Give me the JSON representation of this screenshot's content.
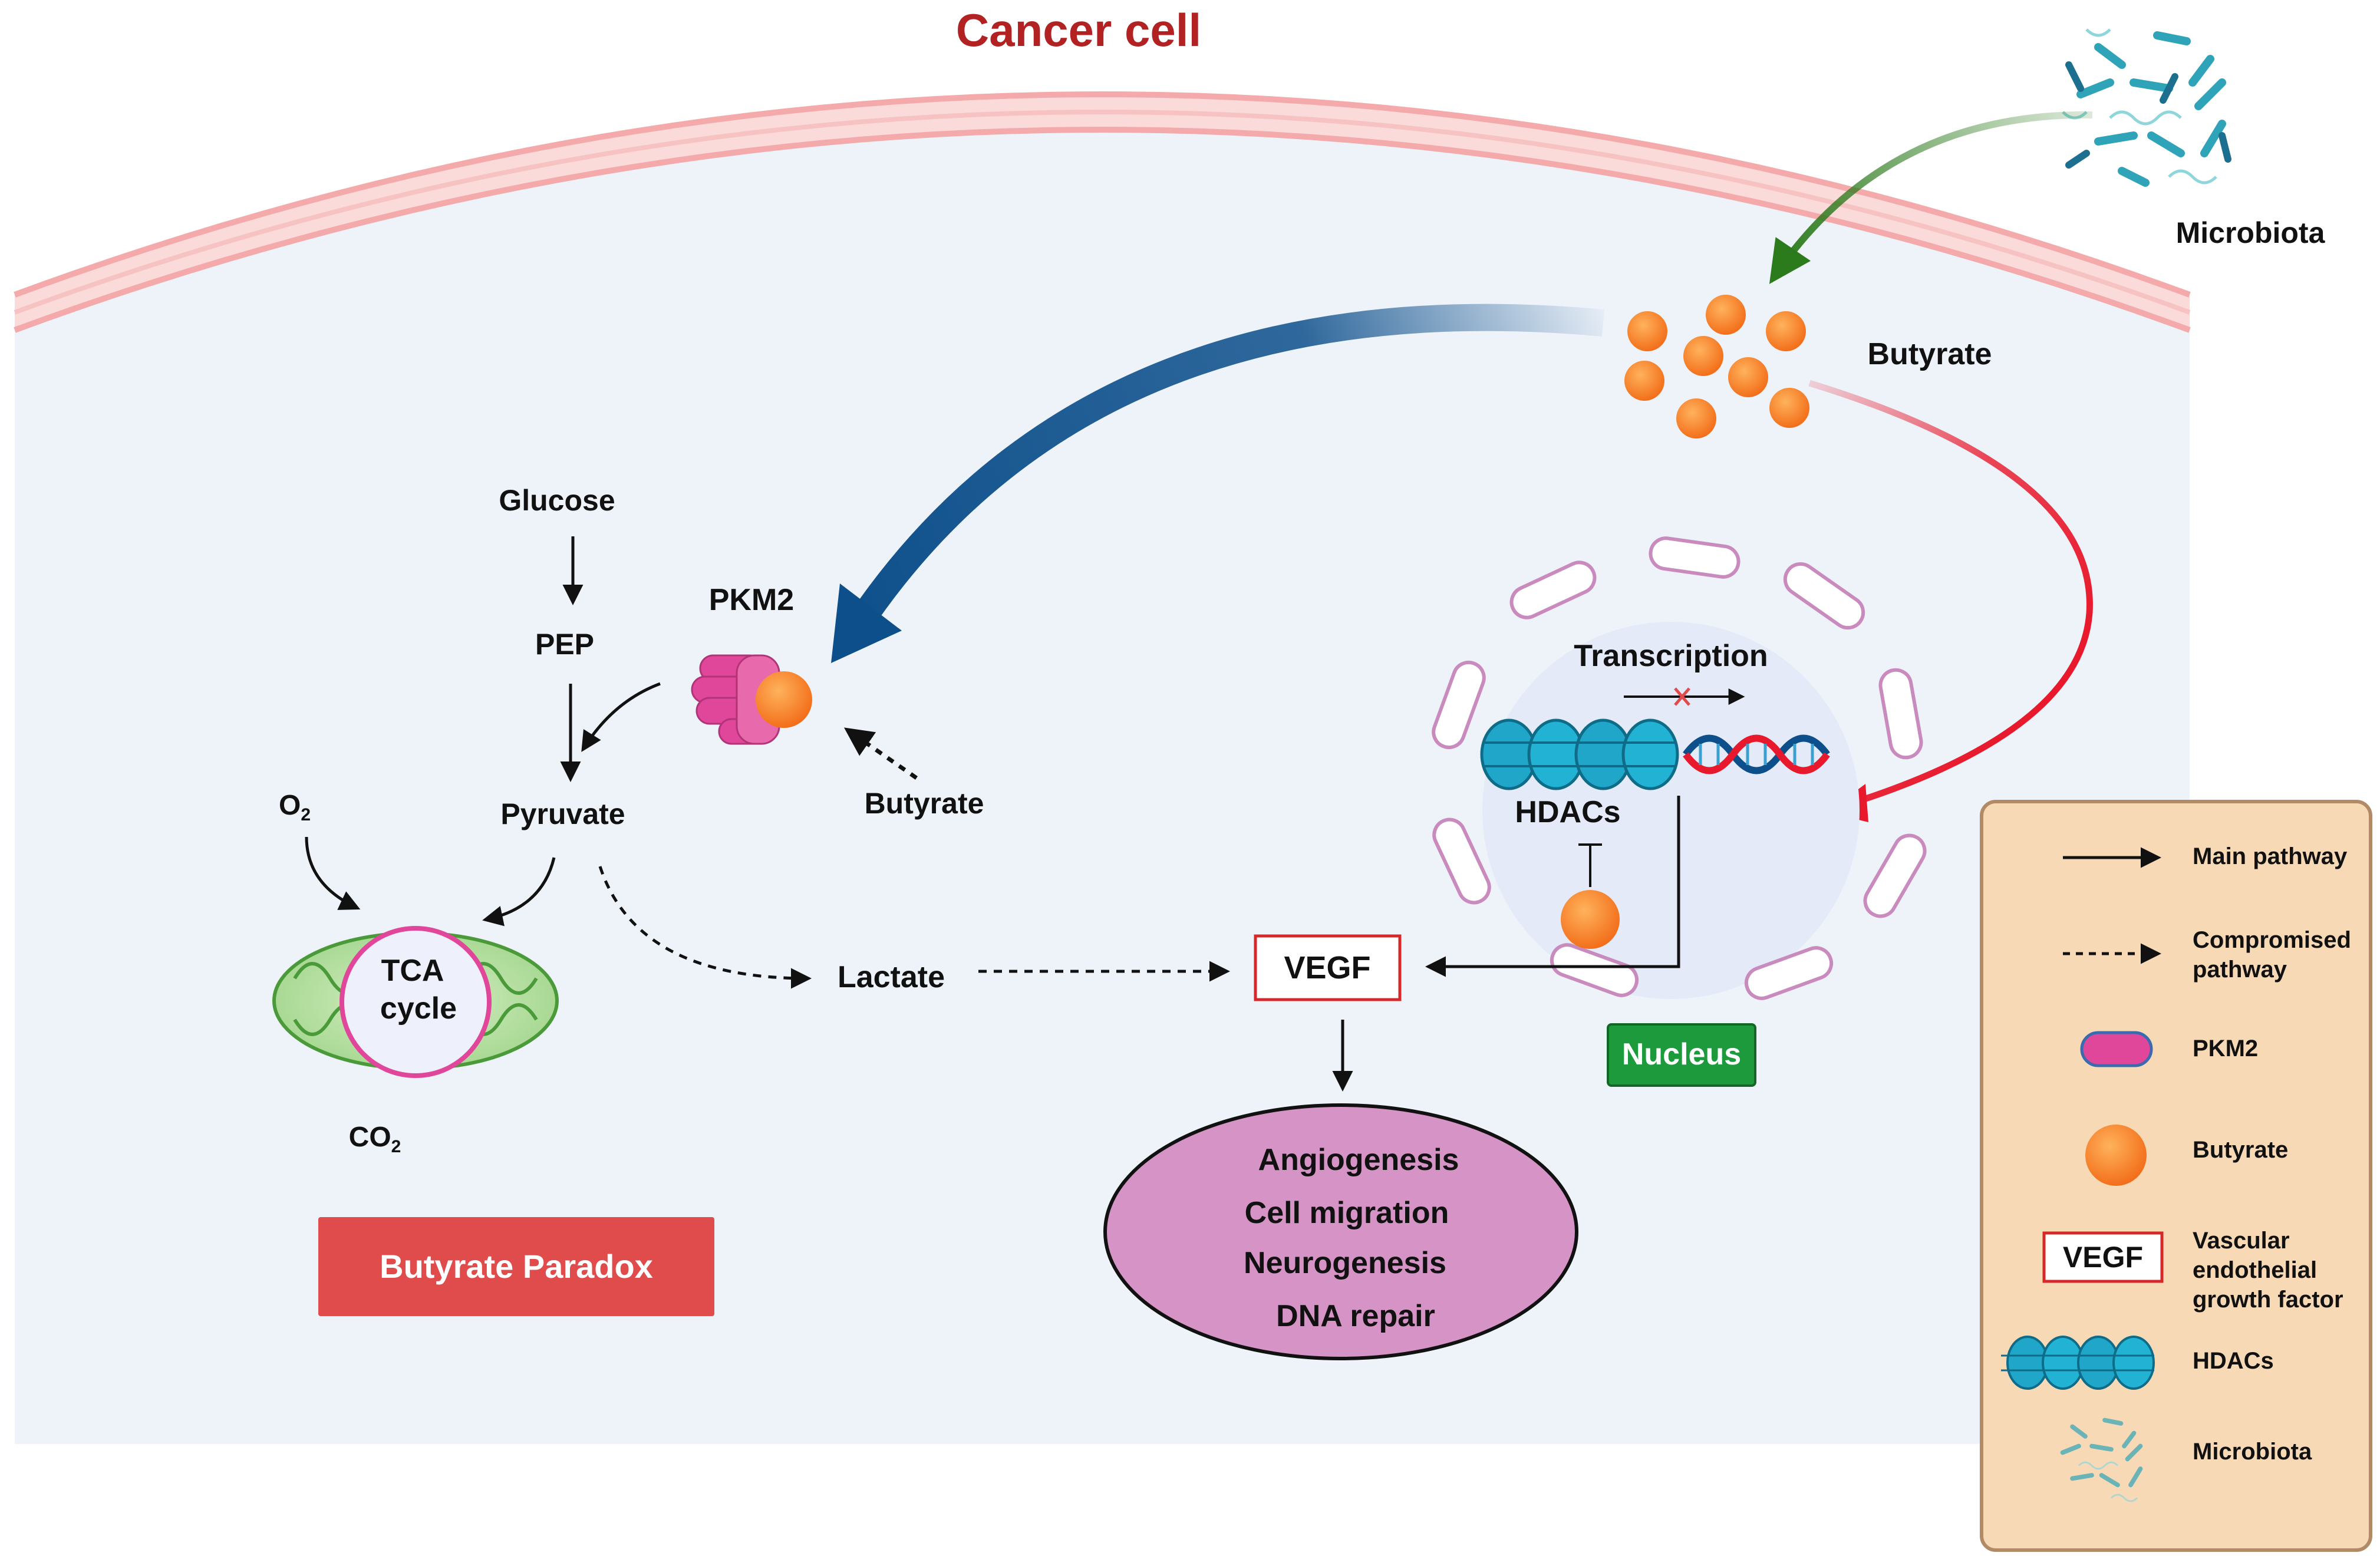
{
  "title": "Cancer cell",
  "microbiota_label": "Microbiota",
  "butyrate_top": "Butyrate",
  "butyrate_side": "Butyrate",
  "glucose": "Glucose",
  "pep": "PEP",
  "pyruvate": "Pyruvate",
  "pkm2": "PKM2",
  "o2": {
    "base": "O",
    "sub": "2"
  },
  "co2": {
    "base": "CO",
    "sub": "2"
  },
  "tca_line1": "TCA",
  "tca_line2": "cycle",
  "lactate": "Lactate",
  "vegf": "VEGF",
  "transcription": "Transcription",
  "hdacs": "HDACs",
  "nucleus": "Nucleus",
  "paradox": "Butyrate Paradox",
  "effects": [
    "Angiogenesis",
    "Cell migration",
    "Neurogenesis",
    "DNA repair"
  ],
  "legend": {
    "main_pathway": "Main pathway",
    "compromised_line1": "Compromised",
    "compromised_line2": "pathway",
    "pkm2": "PKM2",
    "butyrate": "Butyrate",
    "vegf_box": "VEGF",
    "vegf_line1": "Vascular",
    "vegf_line2": "endothelial",
    "vegf_line3": "growth factor",
    "hdacs": "HDACs",
    "microbiota": "Microbiota"
  },
  "colors": {
    "title": "#b22222",
    "membrane": "#f6b8b8",
    "cytoplasm": "#eef3fa",
    "blue_arrow": "#0d4f8b",
    "red_arrow": "#e8192c",
    "green_arrow": "#2b7a1b",
    "butyrate": "#f47a20",
    "pkm2": "#e0479a",
    "nucleus_label_bg": "#1d9a3c",
    "paradox_bg": "#e04b4b",
    "effects_bg": "#d694c6",
    "legend_bg": "#f7d9b6",
    "hdac": "#1fa6c9"
  }
}
